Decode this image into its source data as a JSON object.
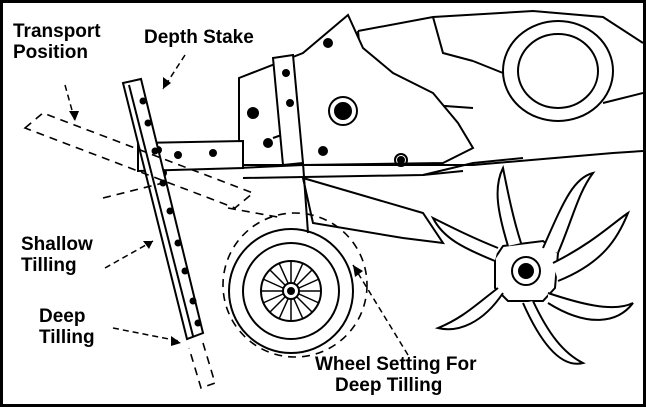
{
  "labels": {
    "transport": [
      "Transport",
      "Position"
    ],
    "depth_stake": "Depth Stake",
    "shallow": [
      "Shallow",
      "Tilling"
    ],
    "deep": [
      "Deep",
      "Tilling"
    ],
    "wheel": [
      "Wheel Setting For",
      "Deep Tilling"
    ]
  },
  "colors": {
    "line": "#000000",
    "background": "#ffffff"
  }
}
